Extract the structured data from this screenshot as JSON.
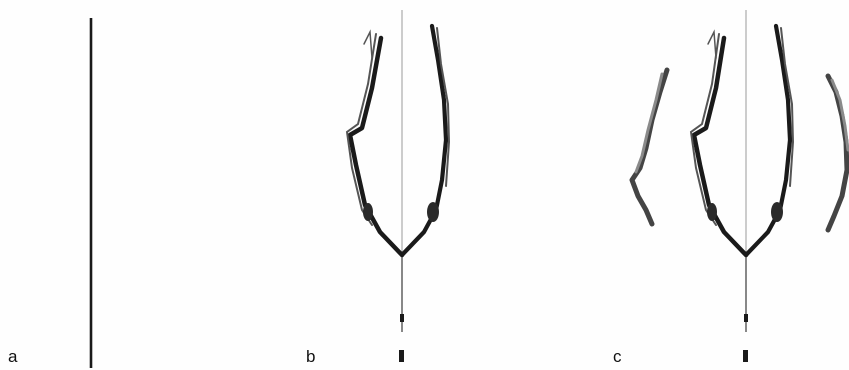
{
  "figure": {
    "panels": [
      {
        "id": "a",
        "label": "a",
        "content": "single-vertical-line"
      },
      {
        "id": "b",
        "label": "b",
        "content": "v-shaped-pencil-sketch"
      },
      {
        "id": "c",
        "label": "c",
        "content": "v-shaped-pencil-sketch-with-side-strokes"
      }
    ]
  },
  "colors": {
    "ink": "#111111",
    "pencil_dark": "#1a1a1a",
    "pencil_mid": "#555555",
    "pencil_light": "#9a9a9a",
    "background": "#fefefe"
  }
}
